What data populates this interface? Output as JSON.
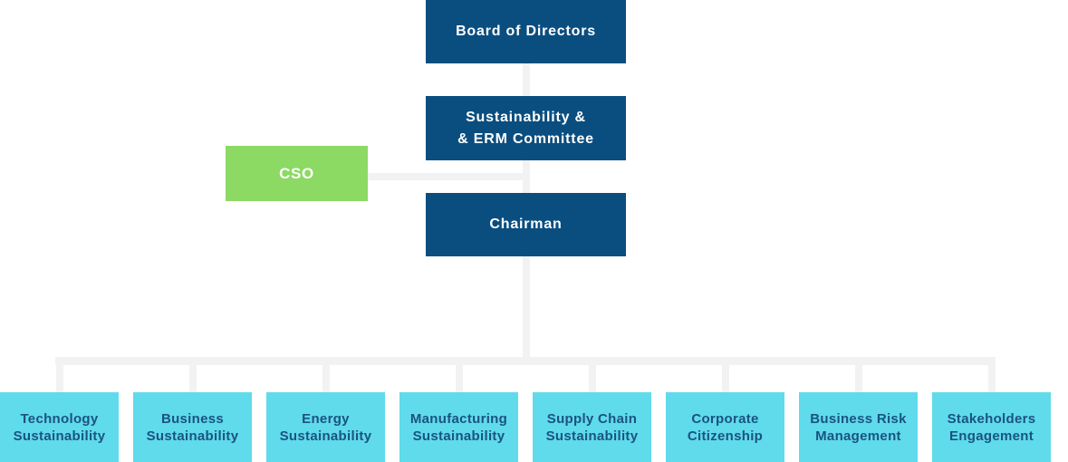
{
  "colors": {
    "background": "#FFFFFF",
    "navy": "#0A4E80",
    "green": "#8CD964",
    "cyan": "#5FDBEB",
    "line": "#F2F2F2",
    "department_text": "#1B5380"
  },
  "org_chart": {
    "top_nodes": {
      "board": {
        "label": "Board of Directors"
      },
      "committee": {
        "label": "Sustainability &\n& ERM Committee"
      },
      "cso": {
        "label": "CSO"
      },
      "chairman": {
        "label": "Chairman"
      }
    },
    "departments": [
      {
        "label": "Technology\nSustainability"
      },
      {
        "label": "Business\nSustainability"
      },
      {
        "label": "Energy\nSustainability"
      },
      {
        "label": "Manufacturing\nSustainability"
      },
      {
        "label": "Supply Chain\nSustainability"
      },
      {
        "label": "Corporate\nCitizenship"
      },
      {
        "label": "Business Risk\nManagement"
      },
      {
        "label": "Stakeholders\nEngagement"
      }
    ]
  }
}
